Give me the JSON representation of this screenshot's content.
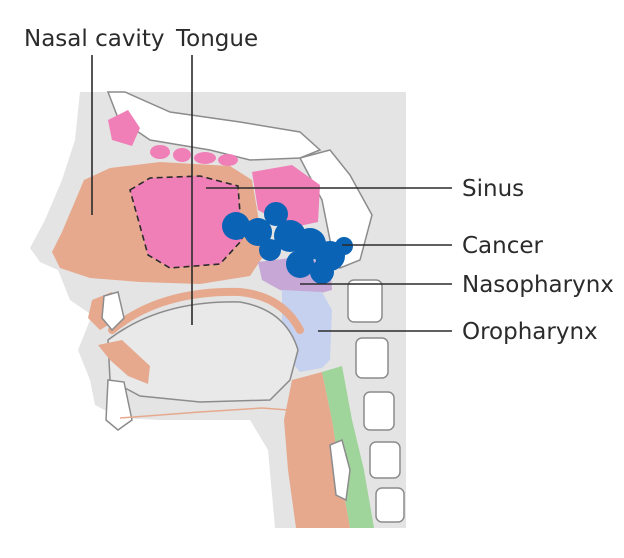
{
  "labels": {
    "nasal_cavity": "Nasal cavity",
    "tongue": "Tongue",
    "sinus": "Sinus",
    "cancer": "Cancer",
    "nasopharynx": "Nasopharynx",
    "oropharynx": "Oropharynx"
  },
  "colors": {
    "background_tissue": "#e4e4e4",
    "nasal_cavity": "#e6a98e",
    "sinus": "#f07fb8",
    "cancer": "#0a63b5",
    "nasopharynx": "#c6a7d6",
    "oropharynx": "#c5d1ee",
    "trachea": "#9fd49a",
    "label_text": "#2b2b2b"
  }
}
